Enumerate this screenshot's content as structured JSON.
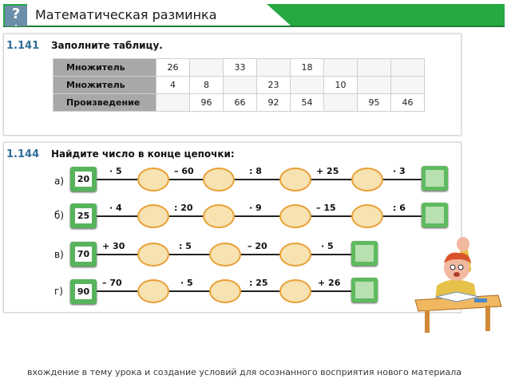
{
  "header": {
    "title": "Математическая разминка",
    "badge": "?"
  },
  "task1": {
    "number": "1.141",
    "instruction": "Заполните таблицу.",
    "rows": [
      {
        "label": "Множитель",
        "cells": [
          "26",
          "",
          "33",
          "",
          "18",
          "",
          "",
          ""
        ]
      },
      {
        "label": "Множитель",
        "cells": [
          "4",
          "8",
          "",
          "23",
          "",
          "10",
          "",
          ""
        ]
      },
      {
        "label": "Произведение",
        "cells": [
          "",
          "96",
          "66",
          "92",
          "54",
          "",
          "95",
          "46"
        ]
      }
    ]
  },
  "task2": {
    "number": "1.144",
    "instruction": "Найдите число в конце цепочки:",
    "chains": [
      {
        "label": "а)",
        "start": "20",
        "ops": [
          "· 5",
          "– 60",
          ": 8",
          "+ 25",
          "· 3"
        ]
      },
      {
        "label": "б)",
        "start": "25",
        "ops": [
          "· 4",
          ": 20",
          "· 9",
          "– 15",
          ": 6"
        ]
      },
      {
        "label": "в)",
        "start": "70",
        "ops": [
          "+ 30",
          ": 5",
          "– 20",
          "· 5"
        ]
      },
      {
        "label": "г)",
        "start": "90",
        "ops": [
          "– 70",
          "· 5",
          ": 25",
          "+ 26"
        ]
      }
    ]
  },
  "footer": {
    "text": "вхождение в тему урока и создание условий для осознанного восприятия нового материала"
  }
}
